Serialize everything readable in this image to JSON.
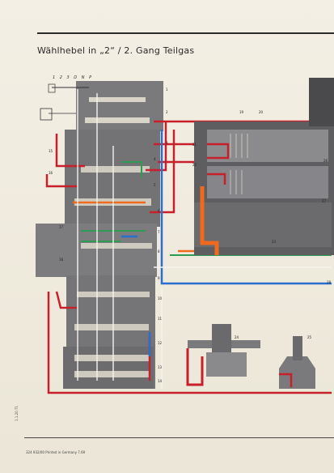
{
  "title": "Wählhebel in „2“ / 2. Gang Teilgas",
  "gear_positions": "1 2 3 D N P",
  "footer": "324 932/00  Printed in Germany  7.69",
  "side_code": "1.1.20.71",
  "part_numbers": [
    "1",
    "2",
    "3",
    "4",
    "5",
    "6",
    "7",
    "8",
    "9",
    "10",
    "11",
    "12",
    "13",
    "14",
    "15",
    "16",
    "17",
    "18",
    "19",
    "20",
    "21",
    "22",
    "23",
    "24",
    "25",
    "26",
    "27",
    "28"
  ],
  "colors": {
    "paper": "#ede8da",
    "housing": "#7a7a7c",
    "housing_dark": "#4f4f52",
    "oil_red": "#c8202a",
    "oil_orange": "#ef6a1e",
    "oil_green": "#2e9a52",
    "oil_blue": "#2a6fd0",
    "line_white": "#f5f3ee"
  }
}
